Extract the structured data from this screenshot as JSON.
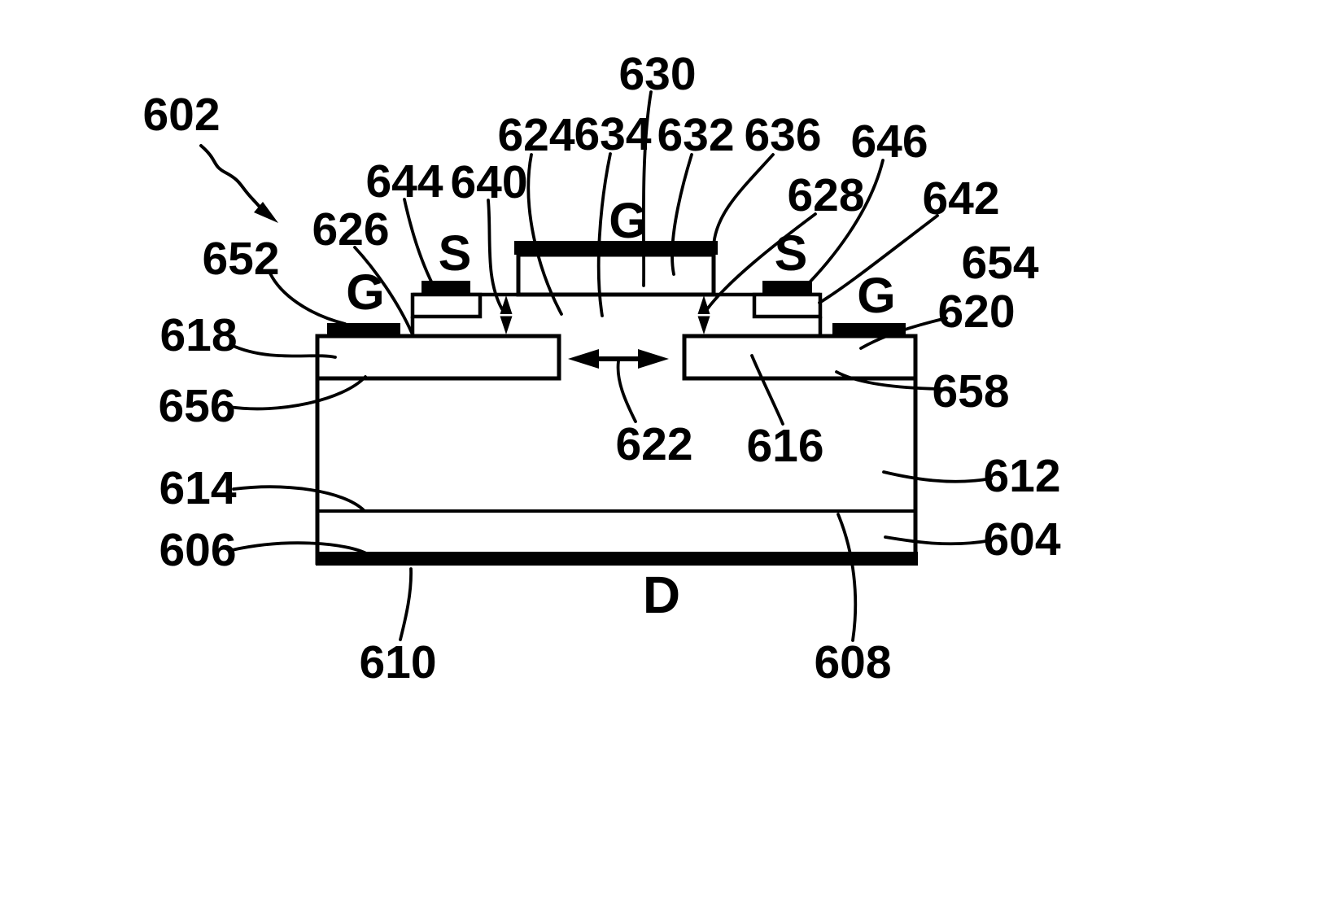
{
  "page": {
    "background": "#ffffff",
    "ink": "#000000"
  },
  "figure": {
    "electrodes": {
      "gate": "G",
      "source": "S",
      "drain": "D"
    },
    "reference_labels": {
      "n602": "602",
      "n604": "604",
      "n606": "606",
      "n608": "608",
      "n610": "610",
      "n612": "612",
      "n614": "614",
      "n616": "616",
      "n618": "618",
      "n620": "620",
      "n622": "622",
      "n624": "624",
      "n626": "626",
      "n628": "628",
      "n630": "630",
      "n632": "632",
      "n634": "634",
      "n636": "636",
      "n640": "640",
      "n642": "642",
      "n644": "644",
      "n646": "646",
      "n652": "652",
      "n654": "654",
      "n656": "656",
      "n658": "658"
    }
  }
}
